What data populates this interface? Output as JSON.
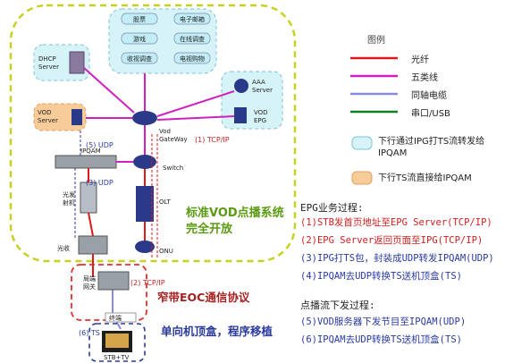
{
  "legend": {
    "title": "图例",
    "items": [
      {
        "label": "光纤",
        "color": "#e01818"
      },
      {
        "label": "五类线",
        "color": "#d020c0"
      },
      {
        "label": "同轴电缆",
        "color": "#8a8ae0"
      },
      {
        "label": "串口/USB",
        "color": "#108020"
      }
    ],
    "shape_items": [
      {
        "label": "下行通过IPG打TS流转发给IPQAM",
        "fill": "#d6f4f8",
        "stroke": "#7fc4d4"
      },
      {
        "label": "下行TS流直接给IPQAM",
        "fill": "#f8cc98",
        "stroke": "#e0a060"
      }
    ]
  },
  "services": [
    "股票",
    "电子邮箱",
    "游戏",
    "在线调查",
    "收视调查",
    "电视购物"
  ],
  "nodes": {
    "dhcp": "DHCP Server",
    "vod": "VOD Server",
    "aaa": "AAA Server",
    "vod_epg": "VOD EPG",
    "gateway": "Vod GateWay",
    "ipqam": "IPQAM",
    "switch": "Switch",
    "olt": "OLT",
    "onu": "ONU",
    "optical_tx": "光发射机",
    "optical_rx": "光收",
    "eoc": "局端网关",
    "terminal": "终端",
    "stb": "STB+TV"
  },
  "edge_labels": {
    "tcp_ip_1": "(1) TCP/IP",
    "udp_5": "(5) UDP",
    "udp_3": "(3) UDP",
    "tcp_ip_2": "(2) TCP/IP",
    "ts_6": "(6) TS"
  },
  "labels": {
    "system": "标准VOD点播系统完全开放",
    "eoc": "窄带EOC通信协议",
    "stb": "单向机顶盒，程序移植"
  },
  "epg_flow": {
    "title": "EPG业务过程:",
    "steps": [
      {
        "text": "(1)STB发首页地址至EPG Server(TCP/IP)",
        "color": "#d02020"
      },
      {
        "text": "(2)EPG Server返回页面至IPG(TCP/IP)",
        "color": "#d02020"
      },
      {
        "text": "(3)IPG打TS包，封装成UDP转发IPQAM(UDP)",
        "color": "#2a3aa0"
      },
      {
        "text": "(4)IPQAM去UDP转换TS送机顶盒(TS)",
        "color": "#2a3aa0"
      }
    ]
  },
  "vod_flow": {
    "title": "点播流下发过程:",
    "steps": [
      {
        "text": "(5)VOD服务器下发节目至IPQAM(UDP)",
        "color": "#2a3aa0"
      },
      {
        "text": "(6)IPQAM去UDP转换TS送机顶盒(TS)",
        "color": "#2a3aa0"
      }
    ]
  }
}
